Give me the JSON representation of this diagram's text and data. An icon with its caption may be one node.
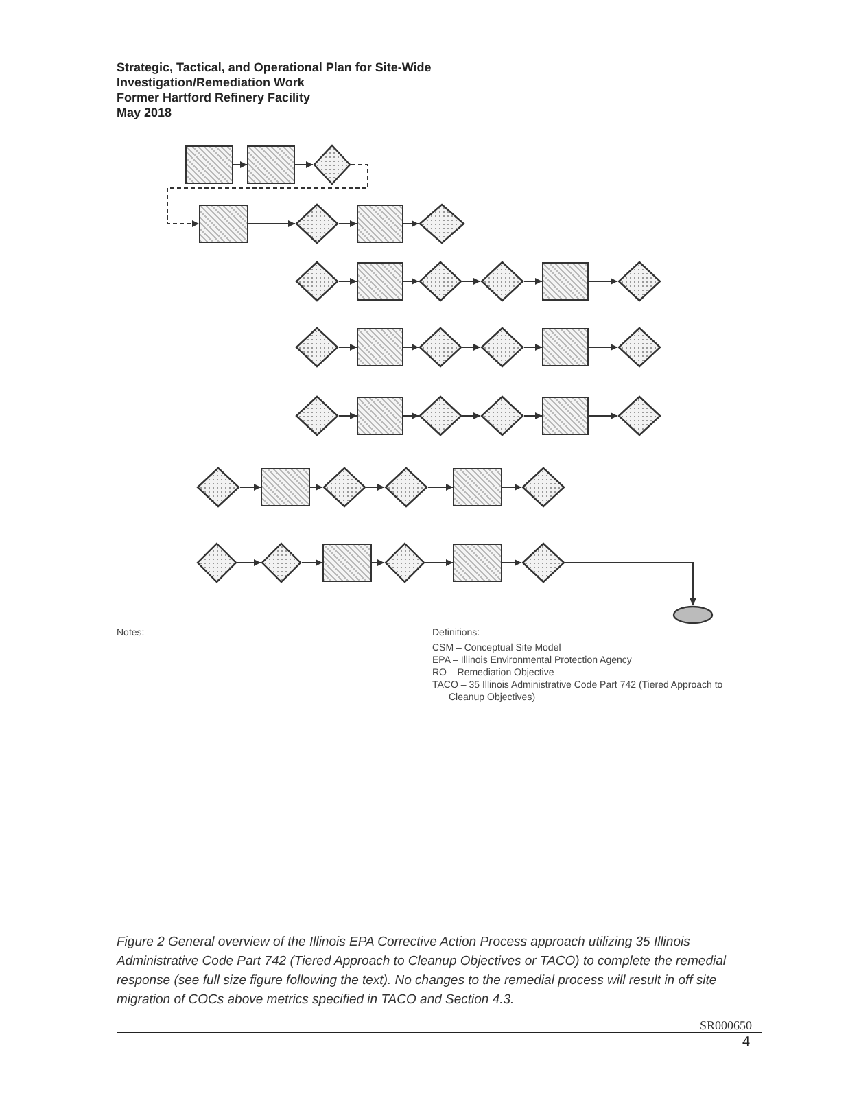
{
  "diagram": {
    "caption": "Figure 2 General overview of the Illinois EPA Corrective Action Process approach utilizing 35 Illinois Administrative Code Part 742 (Tiered Approach to Cleanup Objectives or TACO) to complete the remedial response (see full size figure following the text). No changes to the remedial process will result in off site migration of COCs above metrics specified in TACO and Section 4.3.",
    "nodes": [
      {
        "text": [],
        "shape": "box"
      },
      {
        "text": [],
        "shape": "box"
      },
      {
        "text": [],
        "shape": "diamond"
      },
      {
        "text": [],
        "shape": "box"
      },
      {
        "text": [],
        "shape": "diamond"
      },
      {
        "text": [],
        "shape": "box"
      },
      {
        "text": [],
        "shape": "diamond"
      },
      {
        "text": [],
        "shape": "diamond"
      },
      {
        "text": [],
        "shape": "box"
      },
      {
        "text": [],
        "shape": "diamond"
      },
      {
        "text": [],
        "shape": "diamond"
      },
      {
        "text": [],
        "shape": "box"
      },
      {
        "text": [],
        "shape": "diamond"
      },
      {
        "text": [],
        "shape": "diamond"
      },
      {
        "text": [],
        "shape": "box"
      },
      {
        "text": [],
        "shape": "diamond"
      },
      {
        "text": [],
        "shape": "diamond"
      },
      {
        "text": [],
        "shape": "box"
      },
      {
        "text": [],
        "shape": "diamond"
      },
      {
        "text": [],
        "shape": "diamond"
      },
      {
        "text": [],
        "shape": "box"
      },
      {
        "text": [],
        "shape": "diamond"
      },
      {
        "text": [],
        "shape": "diamond"
      },
      {
        "text": [],
        "shape": "box"
      },
      {
        "text": [],
        "shape": "diamond"
      },
      {
        "text": [],
        "shape": "diamond"
      },
      {
        "text": [],
        "shape": "box"
      },
      {
        "text": [],
        "shape": "diamond"
      },
      {
        "text": [],
        "shape": "diamond"
      },
      {
        "text": [],
        "shape": "box"
      },
      {
        "text": [],
        "shape": "diamond"
      },
      {
        "text": [],
        "shape": "diamond"
      },
      {
        "text": [],
        "shape": "diamond"
      },
      {
        "text": [],
        "shape": "box"
      },
      {
        "text": [],
        "shape": "diamond"
      },
      {
        "text": [],
        "shape": "box"
      },
      {
        "text": [],
        "shape": "diamond"
      },
      {
        "text": [],
        "shape": "oval"
      }
    ],
    "edges": [
      {
        "from": 0,
        "to": 1,
        "arrow": "to"
      },
      {
        "from": 1,
        "to": 2,
        "arrow": "to"
      },
      {
        "from": 2,
        "to": 3,
        "arrow": "to",
        "style": "dashed"
      },
      {
        "from": 3,
        "to": 4,
        "arrow": "to"
      },
      {
        "from": 4,
        "to": 5,
        "arrow": "to"
      },
      {
        "from": 5,
        "to": 6,
        "arrow": "to"
      },
      {
        "from": 7,
        "to": 8,
        "arrow": "to"
      },
      {
        "from": 8,
        "to": 9,
        "arrow": "to"
      },
      {
        "from": 9,
        "to": 10,
        "arrow": "to"
      },
      {
        "from": 10,
        "to": 11,
        "arrow": "to"
      },
      {
        "from": 11,
        "to": 12,
        "arrow": "to"
      },
      {
        "from": 13,
        "to": 14,
        "arrow": "to"
      },
      {
        "from": 14,
        "to": 15,
        "arrow": "to"
      },
      {
        "from": 15,
        "to": 16,
        "arrow": "to"
      },
      {
        "from": 16,
        "to": 17,
        "arrow": "to"
      },
      {
        "from": 17,
        "to": 18,
        "arrow": "to"
      },
      {
        "from": 19,
        "to": 20,
        "arrow": "to"
      },
      {
        "from": 20,
        "to": 21,
        "arrow": "to"
      },
      {
        "from": 21,
        "to": 22,
        "arrow": "to"
      },
      {
        "from": 22,
        "to": 23,
        "arrow": "to"
      },
      {
        "from": 23,
        "to": 24,
        "arrow": "to"
      },
      {
        "from": 25,
        "to": 26,
        "arrow": "to"
      },
      {
        "from": 26,
        "to": 27,
        "arrow": "to"
      },
      {
        "from": 27,
        "to": 28,
        "arrow": "to"
      },
      {
        "from": 28,
        "to": 29,
        "arrow": "to"
      },
      {
        "from": 29,
        "to": 30,
        "arrow": "to"
      },
      {
        "from": 31,
        "to": 32,
        "arrow": "to"
      },
      {
        "from": 32,
        "to": 33,
        "arrow": "to"
      },
      {
        "from": 33,
        "to": 34,
        "arrow": "to"
      },
      {
        "from": 34,
        "to": 35,
        "arrow": "to"
      },
      {
        "from": 35,
        "to": 36,
        "arrow": "to"
      },
      {
        "from": 36,
        "to": 37,
        "arrow": "to"
      }
    ],
    "labels": [
      "Strategic, Tactical, and Operational Plan for Site-Wide",
      "Investigation/Remediation Work",
      "Former Hartford Refinery Facility",
      "May 2018",
      "Notes:",
      "Definitions:",
      "CSM – Conceptual Site Model",
      "EPA – Illinois Environmental Protection Agency",
      "RO – Remediation Objective",
      "TACO – 35 Illinois Administrative Code Part 742 (Tiered Approach to Cleanup Objectives)",
      "SR000650",
      "4"
    ]
  }
}
